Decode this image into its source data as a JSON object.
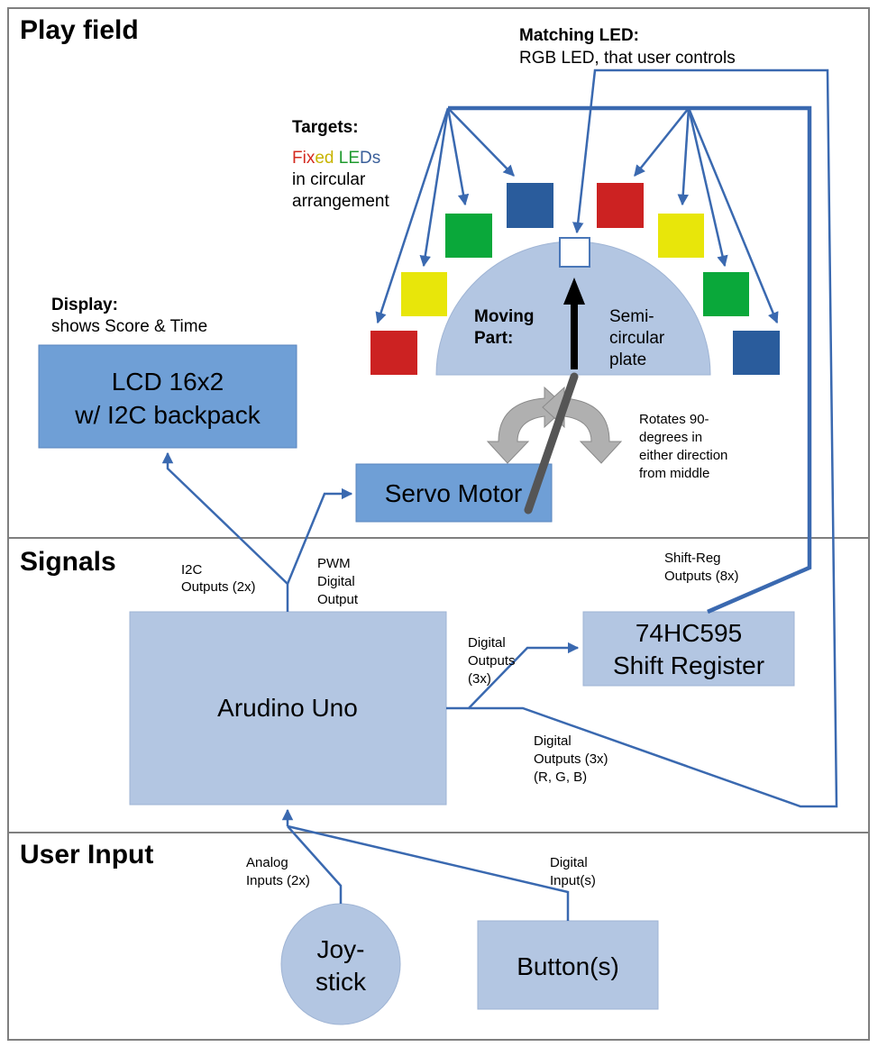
{
  "sections": {
    "play_field": "Play field",
    "signals": "Signals",
    "user_input": "User Input"
  },
  "matching_led": {
    "title": "Matching LED:",
    "desc": "RGB LED, that user controls"
  },
  "targets": {
    "title": "Targets:",
    "fixed_parts": [
      {
        "text": "Fix",
        "color": "#d42a20"
      },
      {
        "text": "ed ",
        "color": "#c8b400"
      },
      {
        "text": "LE",
        "color": "#1f9a2e"
      },
      {
        "text": "Ds",
        "color": "#3a5f9a"
      }
    ],
    "line2": "in circular",
    "line3": "arrangement",
    "led_colors": [
      "#cc2222",
      "#e8e60a",
      "#0aa83a",
      "#2a5c9c",
      "#cc2222",
      "#e8e60a",
      "#0aa83a",
      "#2a5c9c"
    ]
  },
  "display": {
    "title": "Display:",
    "desc": "shows Score & Time"
  },
  "lcd": {
    "line1": "LCD 16x2",
    "line2": "w/ I2C backpack"
  },
  "plate": {
    "moving_1": "Moving",
    "moving_2": "Part:",
    "semi_1": "Semi-",
    "semi_2": "circular",
    "semi_3": "plate"
  },
  "rotates": [
    "Rotates 90-",
    "degrees in",
    "either direction",
    "from middle"
  ],
  "servo": "Servo Motor",
  "i2c_label": [
    "I2C",
    "Outputs (2x)"
  ],
  "pwm_label": [
    "PWM",
    "Digital",
    "Output"
  ],
  "shiftreg_label": [
    "Shift-Reg",
    "Outputs (8x)"
  ],
  "shift_register": {
    "line1": "74HC595",
    "line2": "Shift Register"
  },
  "digital_out_label": [
    "Digital",
    "Outputs",
    "(3x)"
  ],
  "arduino": "Arudino Uno",
  "rgb_label": [
    "Digital",
    "Outputs (3x)",
    "(R, G, B)"
  ],
  "analog_label": [
    "Analog",
    "Inputs (2x)"
  ],
  "digital_in_label": [
    "Digital",
    "Input(s)"
  ],
  "joystick": {
    "line1": "Joy-",
    "line2": "stick"
  },
  "button": "Button(s)"
}
